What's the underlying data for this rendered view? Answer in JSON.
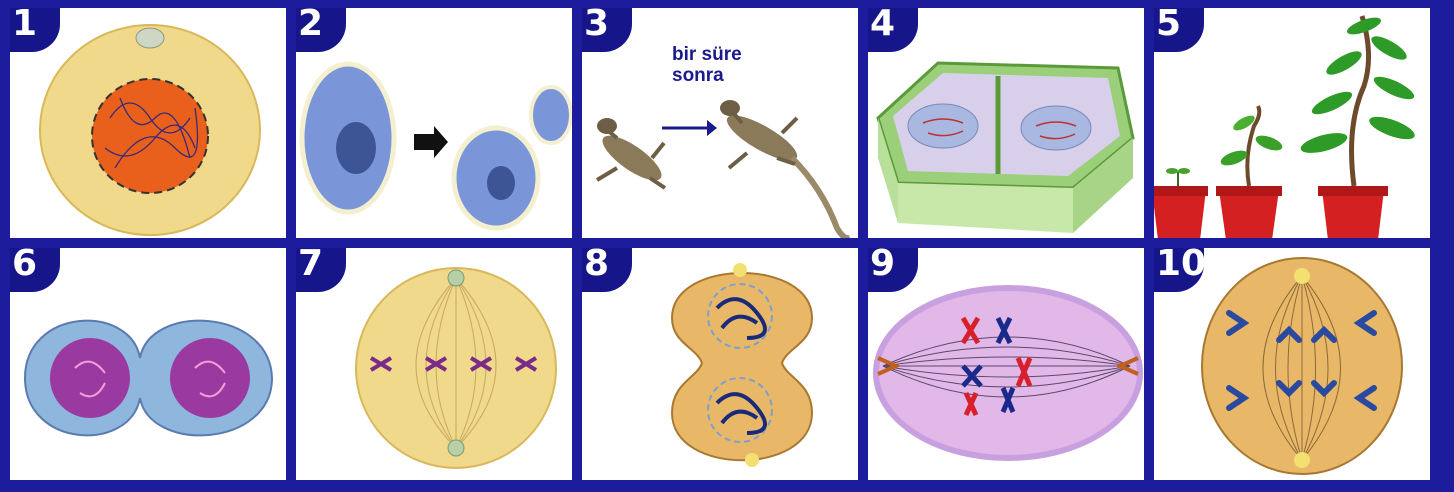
{
  "panels": [
    {
      "number": "1"
    },
    {
      "number": "2"
    },
    {
      "number": "3",
      "caption_line1": "bir süre",
      "caption_line2": "sonra"
    },
    {
      "number": "4"
    },
    {
      "number": "5"
    },
    {
      "number": "6"
    },
    {
      "number": "7"
    },
    {
      "number": "8"
    },
    {
      "number": "9"
    },
    {
      "number": "10"
    }
  ],
  "colors": {
    "border": "#1c1c9c",
    "badge": "#16168a",
    "cell_yellow": "#f0d98a",
    "nucleus_orange": "#e8601c",
    "chromosome_blue": "#2a3a9a",
    "chromosome_red": "#d8202c"
  }
}
